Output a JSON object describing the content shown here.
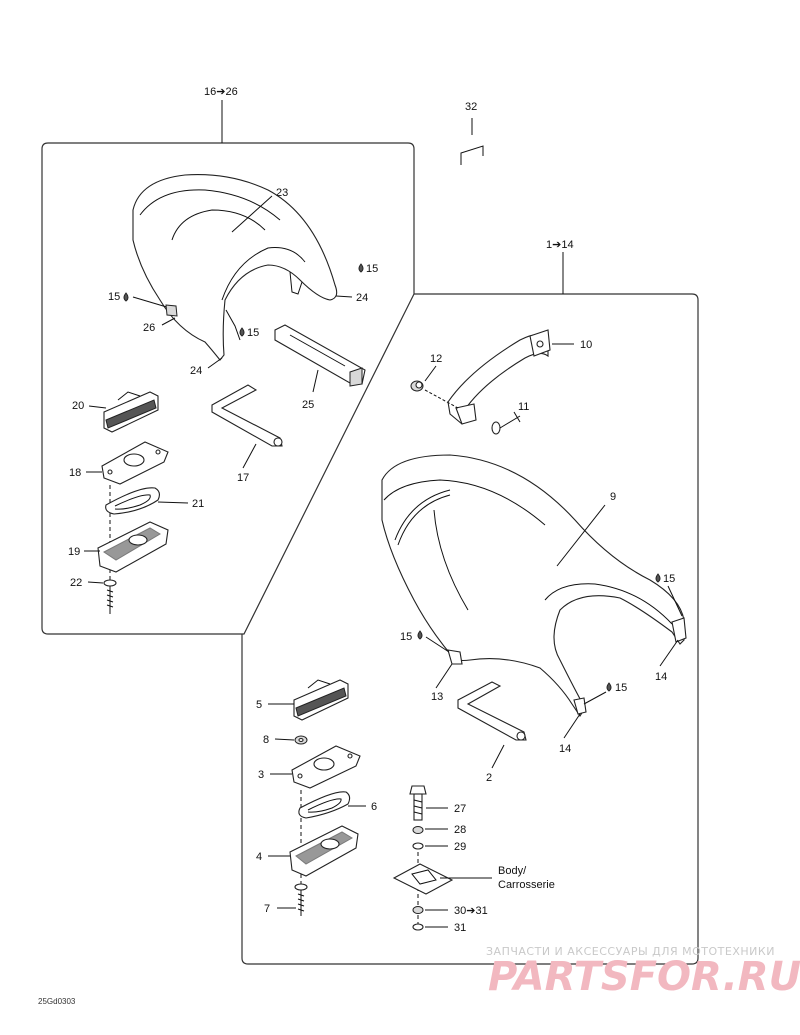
{
  "groups": {
    "left": "16➔26",
    "right": "1➔14"
  },
  "callouts": {
    "c1": "2",
    "c2": "3",
    "c3": "4",
    "c4": "5",
    "c5": "6",
    "c6": "7",
    "c7": "8",
    "c8": "9",
    "c9": "10",
    "c10": "11",
    "c11": "12",
    "c12": "13",
    "c13": "14",
    "c14": "14",
    "c15": "17",
    "c16": "18",
    "c17": "19",
    "c18": "20",
    "c19": "21",
    "c20": "22",
    "c21": "23",
    "c22": "24",
    "c23": "24",
    "c24": "25",
    "c25": "26",
    "c26": "27",
    "c27": "28",
    "c28": "29",
    "c29": "30➔31",
    "c30": "31",
    "c31": "32"
  },
  "adhesive": {
    "a1": "15",
    "a2": "15",
    "a3": "15",
    "a4": "15",
    "a5": "15",
    "a6": "15"
  },
  "body_label": [
    "Body/",
    "Carrosserie"
  ],
  "footer_code": "25Gd0303",
  "watermark": {
    "line1": "ЗАПЧАСТИ И АКСЕССУАРЫ ДЛЯ МОТОТЕХНИКИ",
    "line2": "PARTSFOR.RU"
  },
  "colors": {
    "line": "#111111",
    "watermark_red": "#f2b8c0",
    "watermark_grey": "#c9c9c9"
  }
}
